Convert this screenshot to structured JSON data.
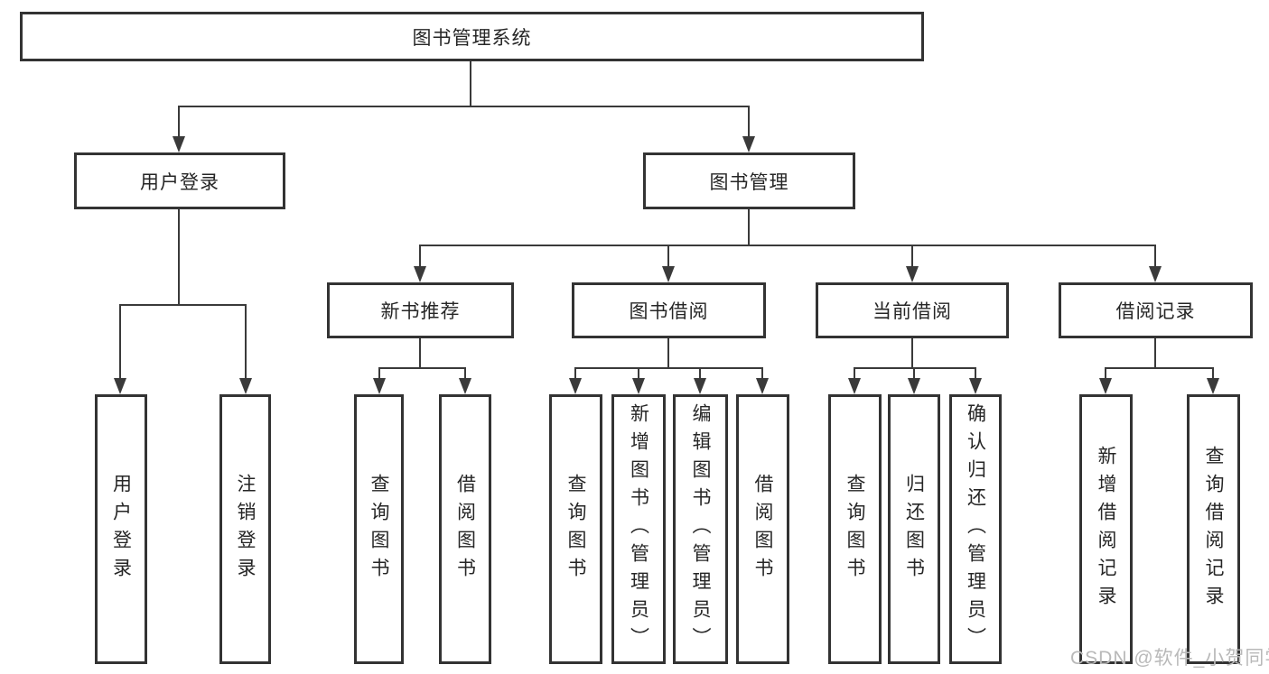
{
  "diagram": {
    "root": "图书管理系统",
    "branches": [
      {
        "label": "用户登录",
        "children": [
          "用户登录",
          "注销登录"
        ]
      },
      {
        "label": "图书管理",
        "groups": [
          {
            "label": "新书推荐",
            "children": [
              "查询图书",
              "借阅图书"
            ]
          },
          {
            "label": "图书借阅",
            "children": [
              "查询图书",
              "新增图书（管理员）",
              "编辑图书（管理员）",
              "借阅图书"
            ]
          },
          {
            "label": "当前借阅",
            "children": [
              "查询图书",
              "归还图书",
              "确认归还（管理员）"
            ]
          },
          {
            "label": "借阅记录",
            "children": [
              "新增借阅记录",
              "查询借阅记录"
            ]
          }
        ]
      }
    ]
  },
  "watermark": "CSDN @软件_小贺同学",
  "colors": {
    "line": "#3a3a3a",
    "box_border": "#333333",
    "text": "#262626",
    "background": "#ffffff",
    "watermark": "#b9b9b9"
  }
}
